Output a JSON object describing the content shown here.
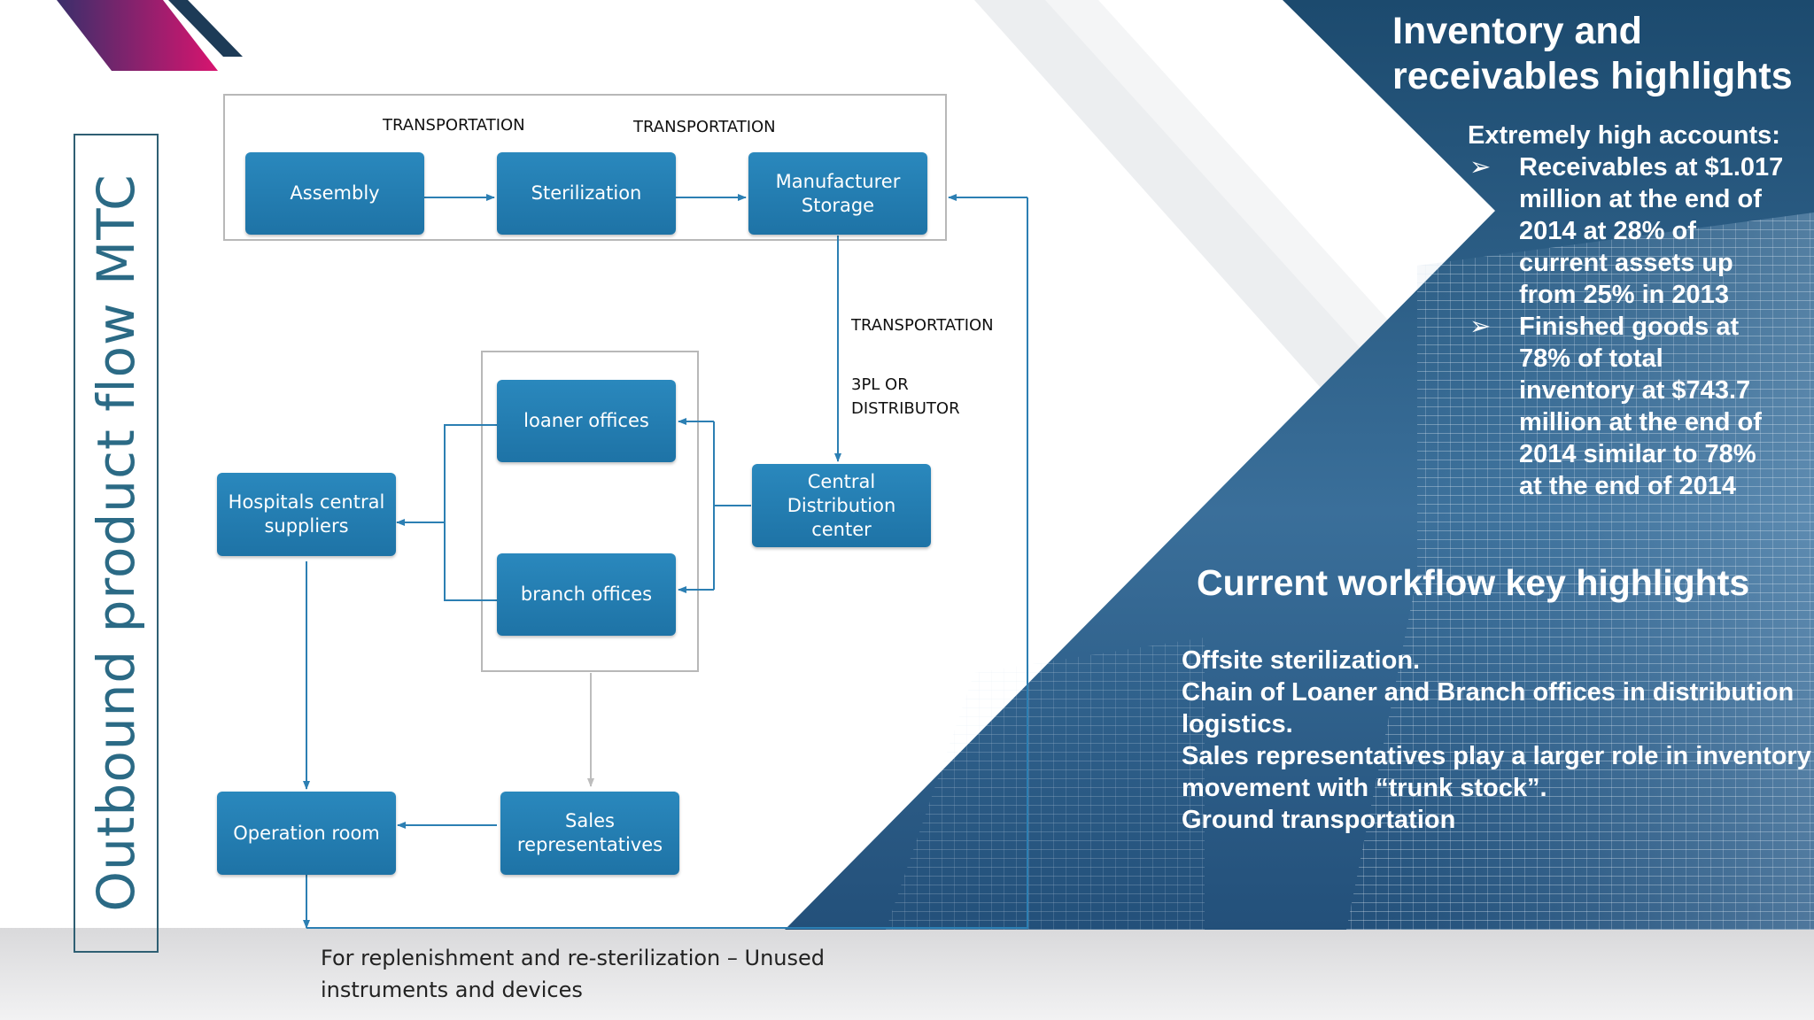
{
  "vertical_title": "Outbound product flow MTC",
  "labels": {
    "transportation_1": "TRANSPORTATION",
    "transportation_2": "TRANSPORTATION",
    "transportation_3": "TRANSPORTATION",
    "third_party_line1": "3PL OR",
    "third_party_line2": "DISTRIBUTOR"
  },
  "nodes": {
    "assembly": "Assembly",
    "sterilization": "Sterilization",
    "manufacturer_storage_l1": "Manufacturer",
    "manufacturer_storage_l2": "Storage",
    "loaner_offices": "loaner offices",
    "branch_offices": "branch offices",
    "central_dist_l1": "Central",
    "central_dist_l2": "Distribution",
    "central_dist_l3": "center",
    "hospitals_l1": "Hospitals central",
    "hospitals_l2": "suppliers",
    "operation_room": "Operation room",
    "sales_l1": "Sales",
    "sales_l2": "representatives"
  },
  "footer": {
    "line1": "For replenishment and re-sterilization – Unused",
    "line2": "instruments and devices"
  },
  "inventory": {
    "title_l1": "Inventory and",
    "title_l2": "receivables highlights",
    "intro": "Extremely high accounts:",
    "bullet_symbol": "➢",
    "items": [
      [
        "Receivables at $1.017",
        "million at the end of",
        "2014 at 28% of",
        "current assets up",
        "from 25% in 2013"
      ],
      [
        "Finished goods at",
        "78% of total",
        "inventory at $743.7",
        "million at the end of",
        "2014 similar to 78%",
        "at the end of 2014"
      ]
    ]
  },
  "workflow": {
    "title": "Current workflow key highlights",
    "bullet_symbol": "➢",
    "items": [
      [
        "Offsite sterilization."
      ],
      [
        "Chain of Loaner and Branch offices in distribution",
        "logistics."
      ],
      [
        "Sales representatives play a larger role in inventory",
        "movement with “trunk stock”."
      ],
      [
        "Ground transportation"
      ]
    ]
  },
  "colors": {
    "node_fill": "#2381b8",
    "title_color": "#2b6a85",
    "right_panel": "#1f4f74",
    "accent_magenta": "#c2185b",
    "accent_navy": "#1d3b57"
  }
}
